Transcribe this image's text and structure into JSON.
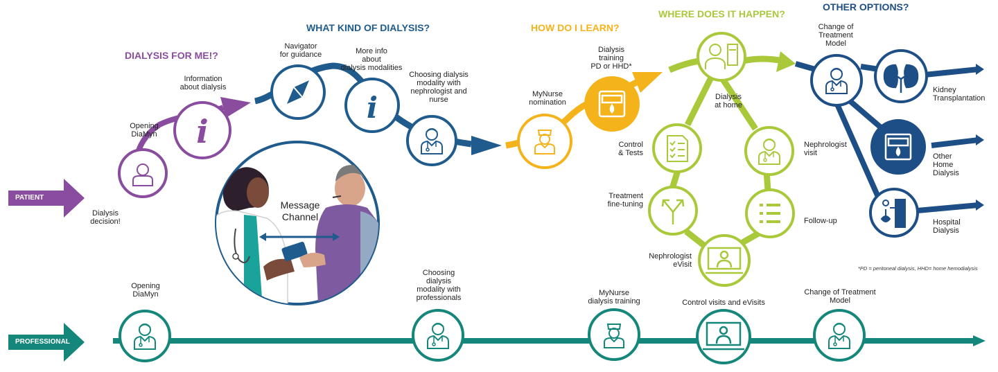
{
  "colors": {
    "purple": "#8a4c9e",
    "blue": "#1f5b8c",
    "yellow": "#f5b31b",
    "green": "#a9c93a",
    "navy": "#1d4f86",
    "teal": "#14877a"
  },
  "lanes": {
    "patient": "PATIENT",
    "professional": "PROFESSIONAL"
  },
  "headings": {
    "dialysis_for_me": "DIALYSIS FOR ME!?",
    "what_kind": "WHAT KIND OF DIALYSIS?",
    "how_learn": "HOW DO I LEARN?",
    "where_happen": "WHERE DOES IT HAPPEN?",
    "other_options": "OTHER OPTIONS?"
  },
  "patient_steps": {
    "dialysis_decision": "Dialysis\ndecision!",
    "opening_diamyn": "Opening\nDiaMyn",
    "information": "Information\nabout dialysis",
    "navigator": "Navigator\nfor guidance",
    "more_info": "More info\nabout\ndialysis modalities",
    "choosing": "Choosing dialysis\nmodality with\nnephrologist and\nnurse",
    "mynurse": "MyNurse\nnomination",
    "training": "Dialysis\ntraining\nPD or HHD*"
  },
  "cycle": {
    "home": "Dialysis\nat home",
    "neph_visit": "Nephrologist\nvisit",
    "follow_up": "Follow-up",
    "evisit": "Nephrologist\neVisit",
    "fine_tuning": "Treatment\nfine-tuning",
    "control": "Control\n& Tests"
  },
  "options": {
    "change": "Change of\nTreatment\nModel",
    "kidney": "Kidney\nTransplantation",
    "other_home": "Other\nHome\nDialysis",
    "hospital": "Hospital\nDialysis"
  },
  "message_channel": "Message\nChannel",
  "footnote": "*PD = peritoneal dialysis,  HHD= home hemodialysis",
  "professional_steps": {
    "opening": "Opening\nDiaMyn",
    "choosing": "Choosing\ndialysis\nmodality with\nprofessionals",
    "mynurse": "MyNurse\ndialysis training",
    "control": "Control visits and eVisits",
    "change": "Change of Treatment\nModel"
  }
}
